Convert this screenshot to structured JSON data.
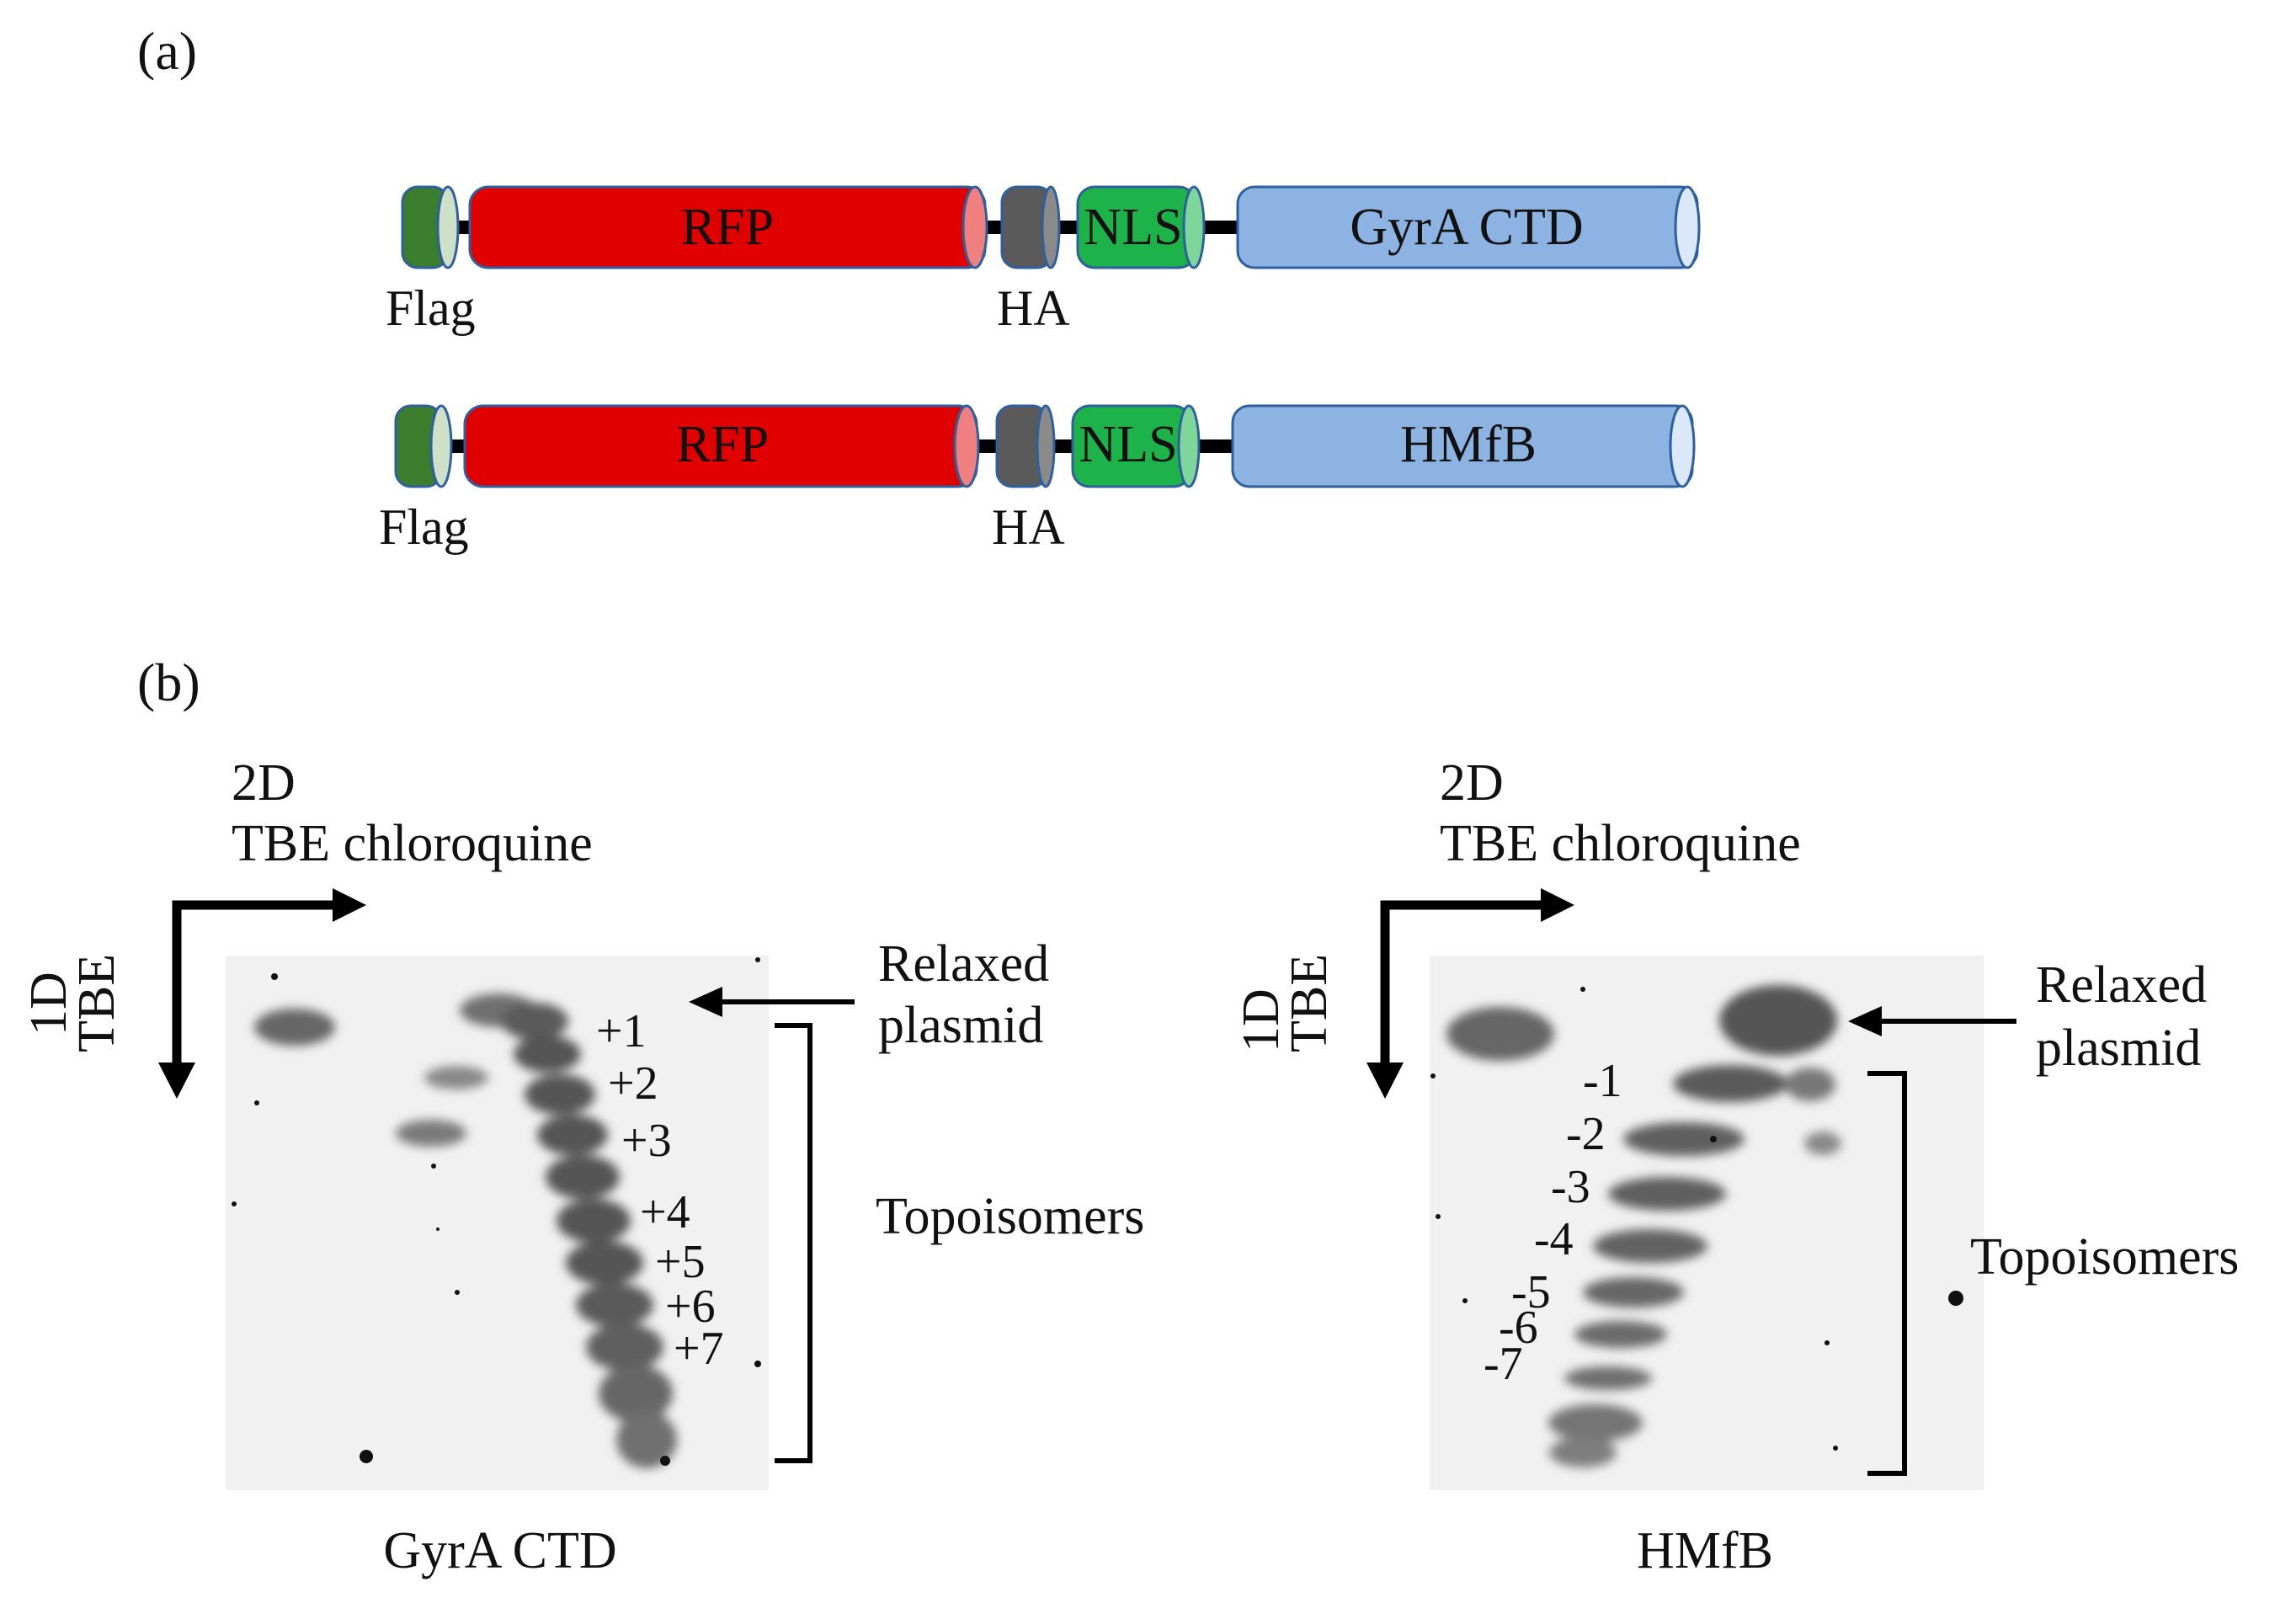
{
  "panel_a": {
    "label": "(a)",
    "constructs": [
      {
        "segments": {
          "rfp": "RFP",
          "nls": "NLS",
          "fusion": "GyrA CTD"
        },
        "tags": {
          "flag": "Flag",
          "ha": "HA"
        }
      },
      {
        "segments": {
          "rfp": "RFP",
          "nls": "NLS",
          "fusion": "HMfB"
        },
        "tags": {
          "flag": "Flag",
          "ha": "HA"
        }
      }
    ]
  },
  "panel_b": {
    "label": "(b)",
    "gels": [
      {
        "dim2": "2D",
        "dim2_buffer": "TBE chloroquine",
        "dim1": "1D",
        "dim1_buffer": "TBE",
        "relaxed_label": [
          "Relaxed",
          "plasmid"
        ],
        "topo_label": "Topoisomers",
        "topoisomers": [
          "+1",
          "+2",
          "+3",
          "+4",
          "+5",
          "+6",
          "+7"
        ],
        "caption": "GyrA CTD"
      },
      {
        "dim2": "2D",
        "dim2_buffer": "TBE chloroquine",
        "dim1": "1D",
        "dim1_buffer": "TBE",
        "relaxed_label": [
          "Relaxed",
          "plasmid"
        ],
        "topo_label": "Topoisomers",
        "topoisomers": [
          "-1",
          "-2",
          "-3",
          "-4",
          "-5",
          "-6",
          "-7"
        ],
        "caption": "HMfB"
      }
    ]
  },
  "colors": {
    "flag": "#3a7d2c",
    "rfp": "#e00000",
    "ha": "#5a5a5a",
    "nls": "#1db34a",
    "fusion": "#8db3e2",
    "outline": "#2e5f9e",
    "gel_bg": "#f1f1f1",
    "band": "#555555"
  }
}
